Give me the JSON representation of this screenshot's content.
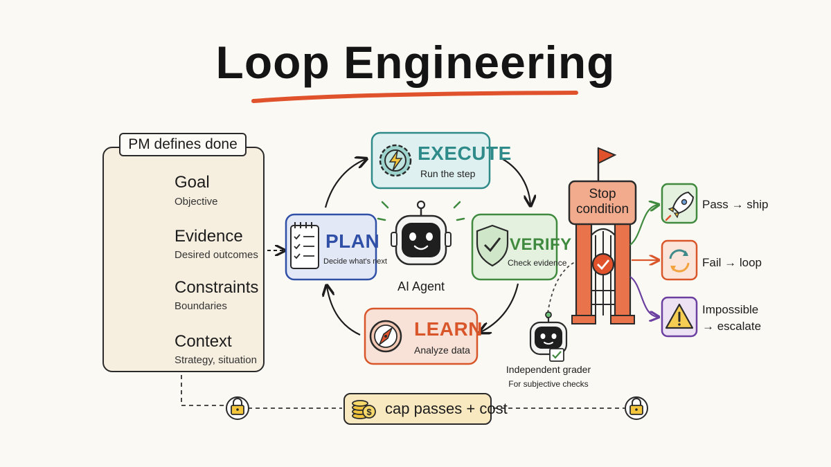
{
  "title": "Loop Engineering",
  "pm_panel": {
    "header": "PM defines done",
    "items": [
      {
        "label": "Goal",
        "sub": "Objective",
        "icon": "target-icon",
        "color": "#3f5fae"
      },
      {
        "label": "Evidence",
        "sub": "Desired outcomes",
        "icon": "bar-chart-check-icon",
        "color": "#3f8a4d"
      },
      {
        "label": "Constraints",
        "sub": "Boundaries",
        "icon": "sliders-icon",
        "color": "#7a4fa8"
      },
      {
        "label": "Context",
        "sub": "Strategy, situation",
        "icon": "document-pin-icon",
        "color": "#d9702e"
      }
    ]
  },
  "loop": {
    "execute": {
      "title": "EXECUTE",
      "sub": "Run the step",
      "icon": "gear-lightning-icon",
      "color": "#2f8a8a"
    },
    "plan": {
      "title": "PLAN",
      "sub": "Decide what's next",
      "icon": "checklist-icon",
      "color": "#3050a8"
    },
    "verify": {
      "title": "VERIFY",
      "sub": "Check evidence",
      "icon": "shield-check-icon",
      "color": "#3f8a3f"
    },
    "learn": {
      "title": "LEARN",
      "sub": "Analyze data",
      "icon": "compass-icon",
      "color": "#d9562b"
    },
    "agent_label": "AI Agent"
  },
  "stop": {
    "label": "Stop condition",
    "outcomes": [
      {
        "label": "Pass → ship",
        "icon": "rocket-icon",
        "color": "#3f8a3f"
      },
      {
        "label": "Fail → loop",
        "icon": "cycle-arrows-icon",
        "color": "#d9562b"
      },
      {
        "label": "Impossible → escalate",
        "icon": "warning-icon",
        "color": "#6a3fa0"
      }
    ]
  },
  "grader": {
    "title": "Independent grader",
    "sub": "For subjective checks"
  },
  "cap": {
    "label": "cap passes + cost",
    "icon": "coins-icon"
  },
  "colors": {
    "underline": "#e0522b",
    "panel_bg": "#f6efe0",
    "cap_bg": "#f9e9c1",
    "gate": "#d9562b"
  }
}
